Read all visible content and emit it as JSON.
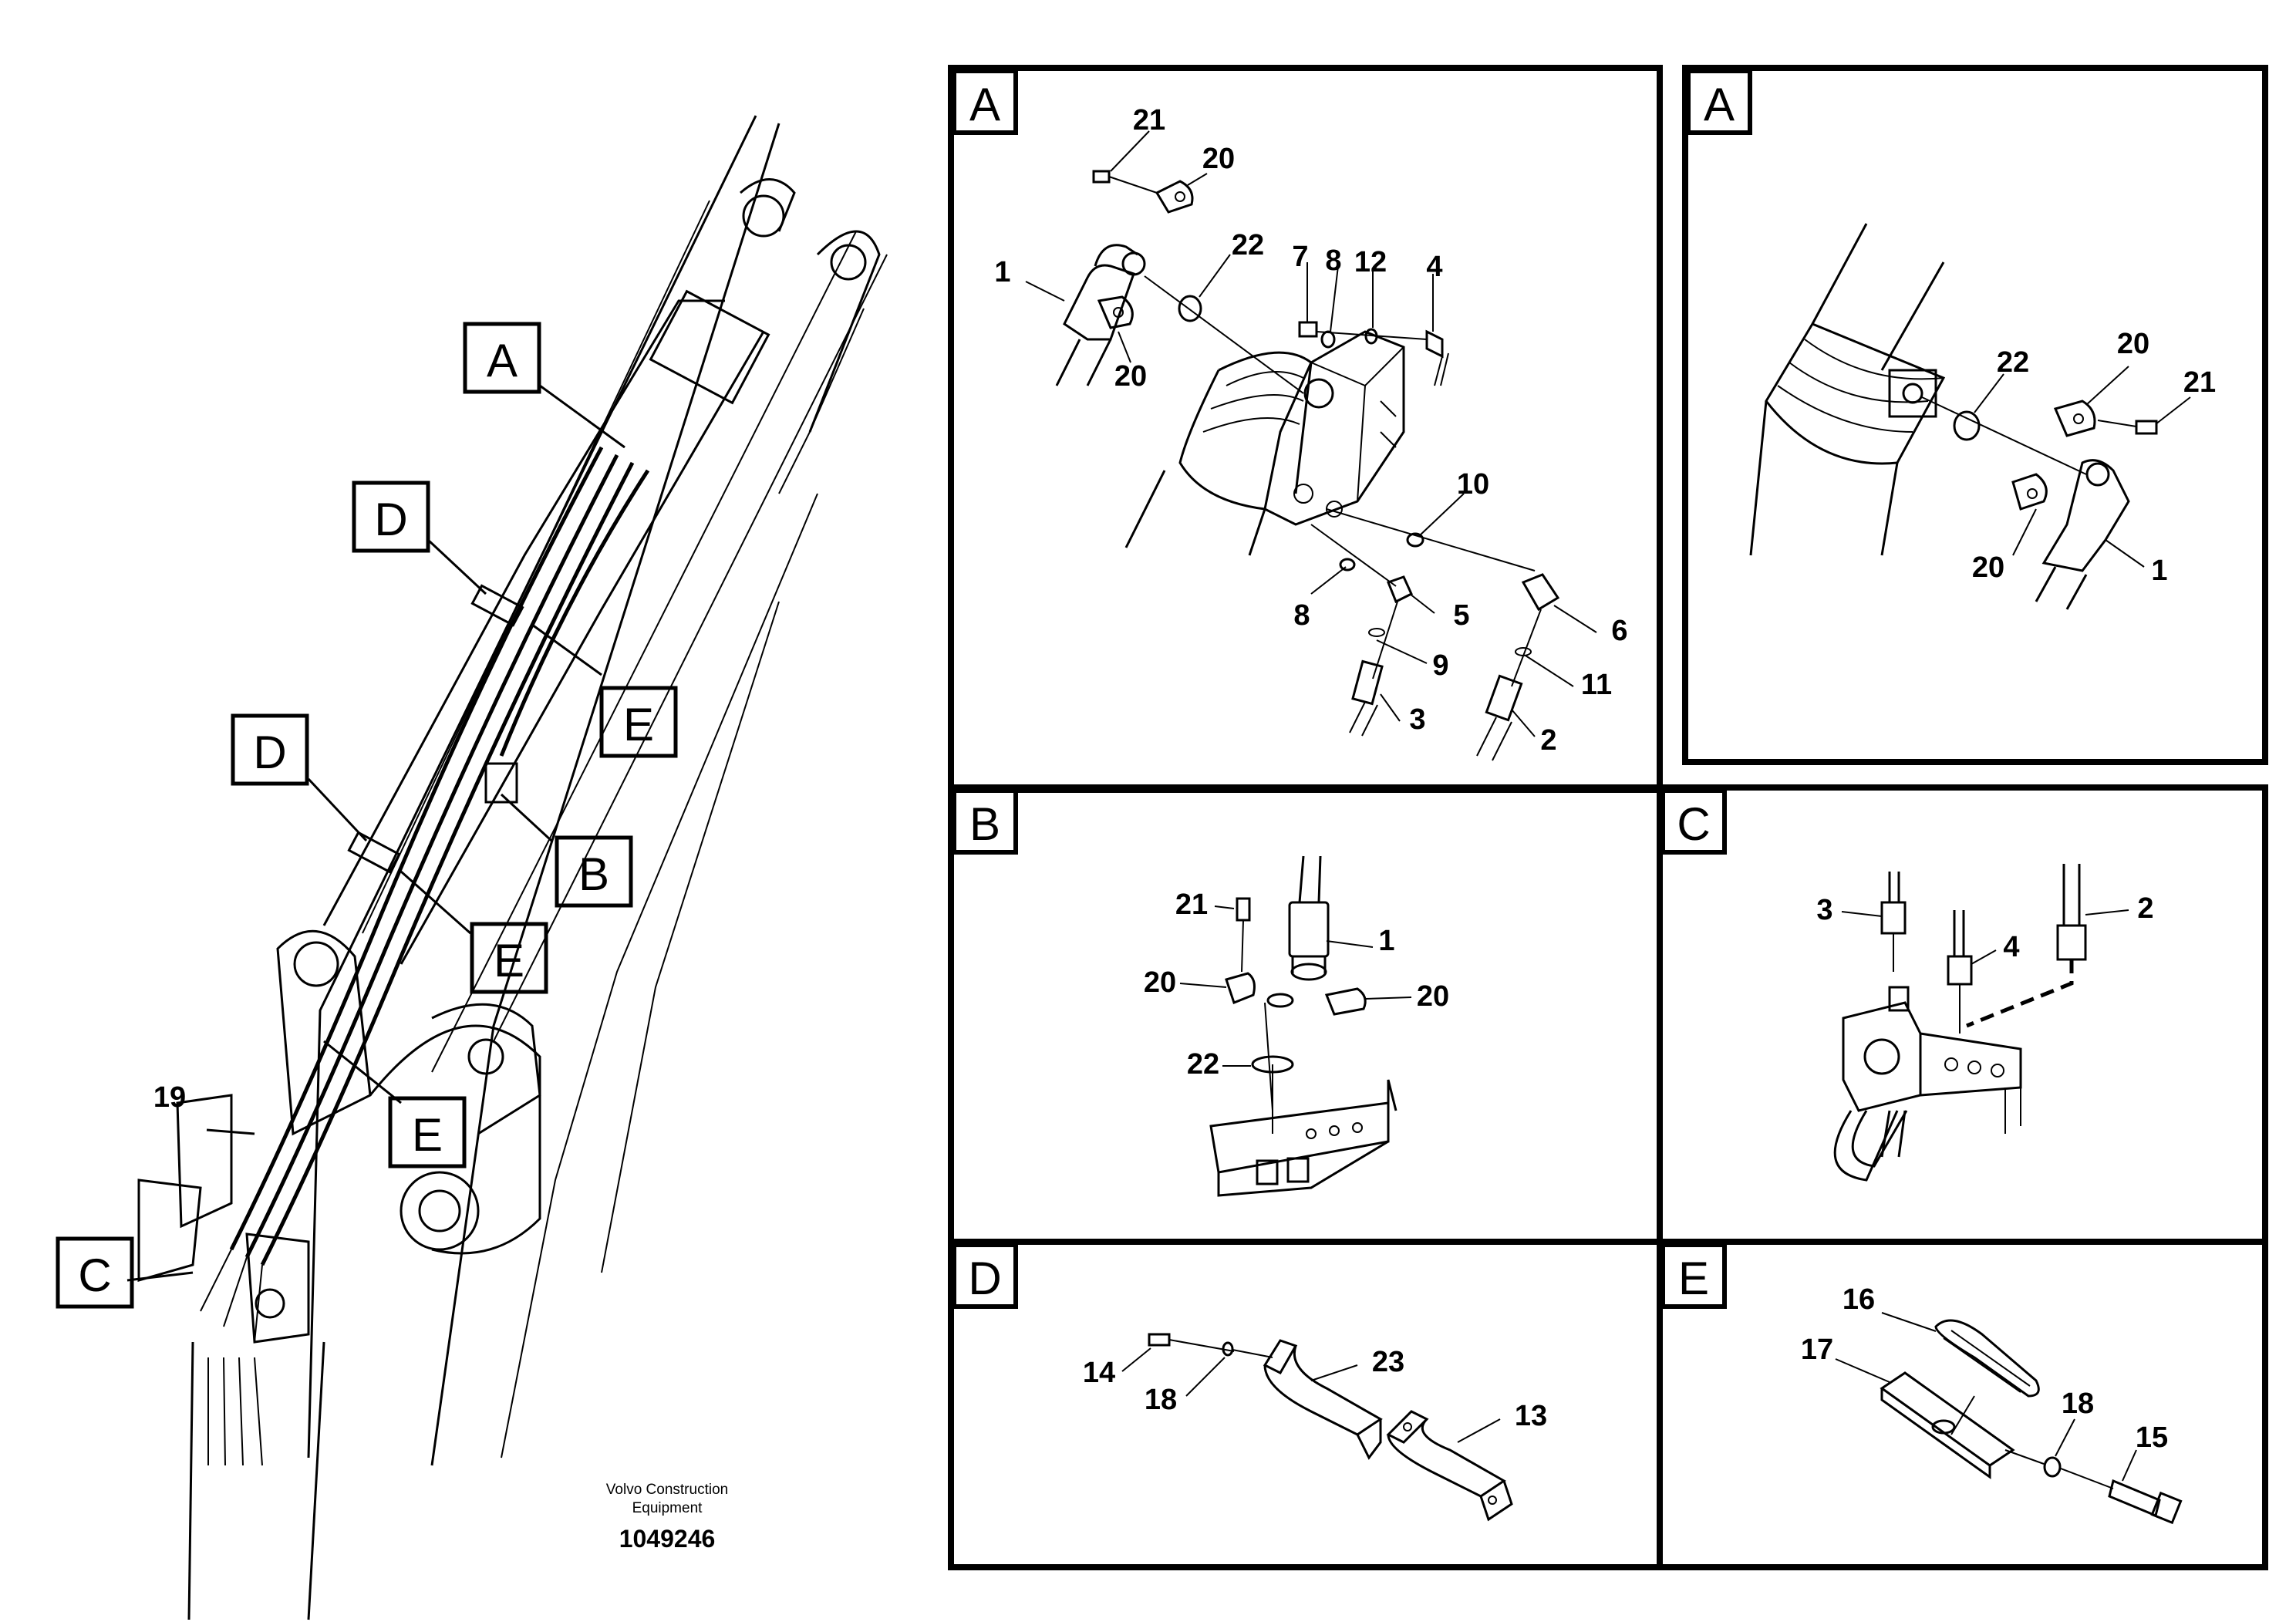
{
  "overview": {
    "callouts": [
      "A",
      "D",
      "E",
      "D",
      "B",
      "E",
      "E",
      "C"
    ],
    "part_19": "19"
  },
  "credit": {
    "line1": "Volvo Construction",
    "line2": "Equipment",
    "code": "1049246"
  },
  "panels": {
    "a1": {
      "label": "A",
      "parts": [
        "21",
        "20",
        "1",
        "22",
        "7",
        "8",
        "12",
        "4",
        "20",
        "10",
        "8",
        "5",
        "6",
        "9",
        "11",
        "3",
        "2"
      ]
    },
    "a2": {
      "label": "A",
      "parts": [
        "22",
        "20",
        "21",
        "20",
        "1"
      ]
    },
    "b": {
      "label": "B",
      "parts": [
        "21",
        "1",
        "20",
        "20",
        "22"
      ]
    },
    "c": {
      "label": "C",
      "parts": [
        "3",
        "4",
        "2"
      ]
    },
    "d": {
      "label": "D",
      "parts": [
        "14",
        "18",
        "23",
        "13"
      ]
    },
    "e": {
      "label": "E",
      "parts": [
        "16",
        "17",
        "18",
        "15"
      ]
    }
  }
}
